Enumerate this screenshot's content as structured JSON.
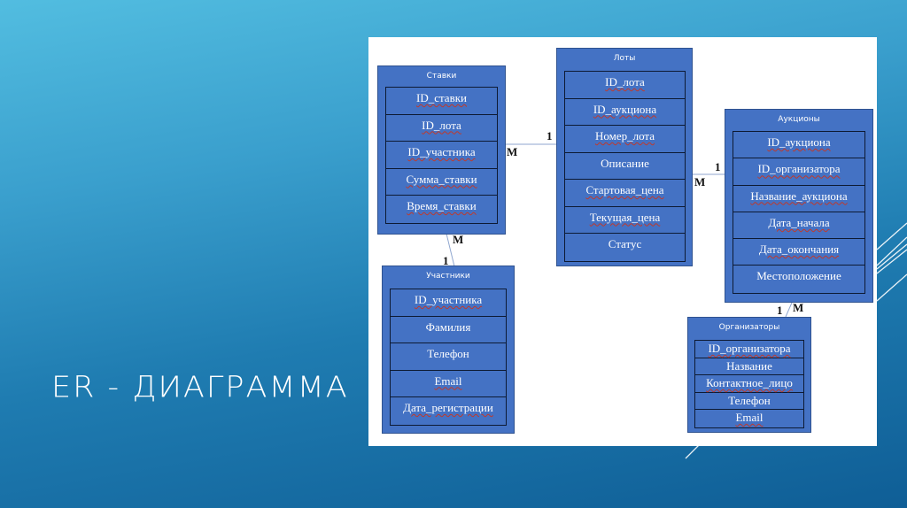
{
  "slide": {
    "title": "ER - ДИАГРАММА",
    "colors": {
      "background_top": "#52bde0",
      "background_bottom": "#0f5e96",
      "entity_fill": "#4472c4",
      "entity_border": "#2f528f",
      "canvas": "#ffffff",
      "spellcheck_underline": "#c0392b"
    }
  },
  "diagram": {
    "entities": [
      {
        "id": "stavki",
        "title": "Ставки",
        "fields": [
          {
            "name": "ID_ставки",
            "underlined": true
          },
          {
            "name": "ID_лота",
            "underlined": true
          },
          {
            "name": "ID_участника",
            "underlined": true
          },
          {
            "name": "Сумма_ставки",
            "underlined": true
          },
          {
            "name": "Время_ставки",
            "underlined": true
          }
        ]
      },
      {
        "id": "loty",
        "title": "Лоты",
        "fields": [
          {
            "name": "ID_лота",
            "underlined": true
          },
          {
            "name": "ID_аукциона",
            "underlined": true
          },
          {
            "name": "Номер_лота",
            "underlined": true
          },
          {
            "name": "Описание",
            "underlined": false
          },
          {
            "name": "Стартовая_цена",
            "underlined": true
          },
          {
            "name": "Текущая_цена",
            "underlined": true
          },
          {
            "name": "Статус",
            "underlined": false
          }
        ]
      },
      {
        "id": "auktsiony",
        "title": "Аукционы",
        "fields": [
          {
            "name": "ID_аукциона",
            "underlined": true
          },
          {
            "name": "ID_организатора",
            "underlined": true
          },
          {
            "name": "Название_аукциона",
            "underlined": true
          },
          {
            "name": "Дата_начала",
            "underlined": true
          },
          {
            "name": "Дата_окончания",
            "underlined": true
          },
          {
            "name": "Местоположение",
            "underlined": false
          }
        ]
      },
      {
        "id": "uchastniki",
        "title": "Участники",
        "fields": [
          {
            "name": "ID_участника",
            "underlined": true
          },
          {
            "name": "Фамилия",
            "underlined": false
          },
          {
            "name": "Телефон",
            "underlined": false
          },
          {
            "name": "Email",
            "underlined": true
          },
          {
            "name": "Дата_регистрации",
            "underlined": true
          }
        ]
      },
      {
        "id": "organizatory",
        "title": "Организаторы",
        "fields": [
          {
            "name": "ID_организатора",
            "underlined": true
          },
          {
            "name": "Название",
            "underlined": false
          },
          {
            "name": "Контактное_лицо",
            "underlined": true
          },
          {
            "name": "Телефон",
            "underlined": false
          },
          {
            "name": "Email",
            "underlined": true
          }
        ]
      }
    ],
    "relationships": [
      {
        "from": "loty",
        "to": "stavki",
        "from_cardinality": "1",
        "to_cardinality": "M"
      },
      {
        "from": "uchastniki",
        "to": "stavki",
        "from_cardinality": "1",
        "to_cardinality": "M"
      },
      {
        "from": "auktsiony",
        "to": "loty",
        "from_cardinality": "1",
        "to_cardinality": "M"
      },
      {
        "from": "organizatory",
        "to": "auktsiony",
        "from_cardinality": "1",
        "to_cardinality": "M"
      }
    ]
  }
}
